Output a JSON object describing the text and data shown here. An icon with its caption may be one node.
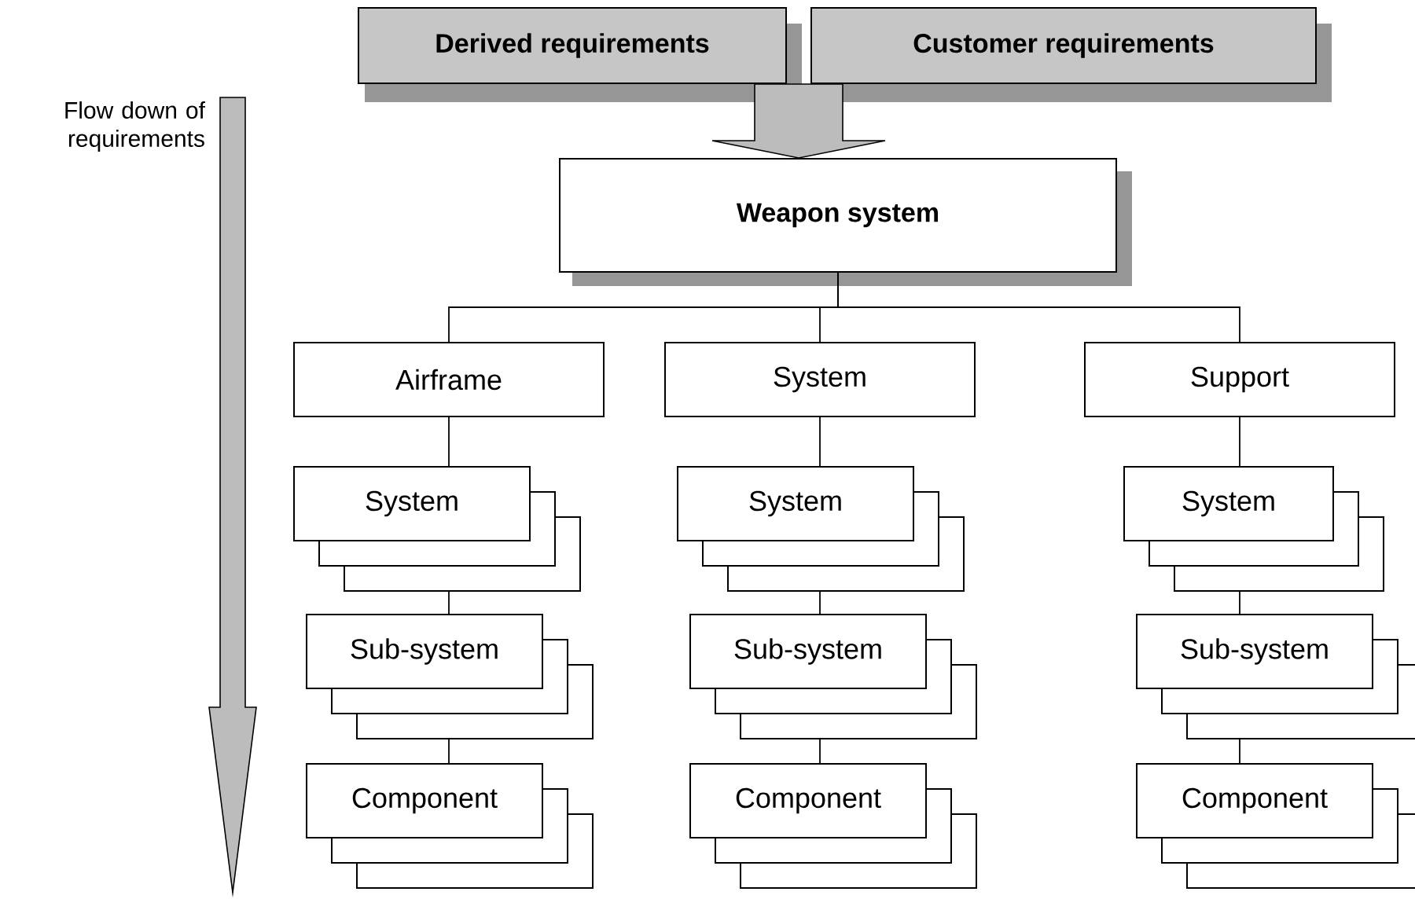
{
  "diagram": {
    "nodes": [
      {
        "text": [
          "Derived requirements"
        ]
      },
      {
        "text": [
          "Customer requirements"
        ]
      },
      {
        "text": [
          "Weapon system"
        ]
      },
      {
        "text": [
          "Airframe"
        ]
      },
      {
        "text": [
          "System"
        ]
      },
      {
        "text": [
          "Support"
        ]
      },
      {
        "text": [
          "System"
        ]
      },
      {
        "text": [
          "Sub-system"
        ]
      },
      {
        "text": [
          "Component"
        ]
      },
      {
        "text": [
          "System"
        ]
      },
      {
        "text": [
          "Sub-system"
        ]
      },
      {
        "text": [
          "Component"
        ]
      },
      {
        "text": [
          "System"
        ]
      },
      {
        "text": [
          "Sub-system"
        ]
      },
      {
        "text": [
          "Component"
        ]
      }
    ],
    "edges": [
      {
        "from": 0,
        "to": 2,
        "arrow": "to"
      },
      {
        "from": 1,
        "to": 2,
        "arrow": "to"
      },
      {
        "from": 2,
        "to": 3,
        "arrow": "none"
      },
      {
        "from": 2,
        "to": 4,
        "arrow": "none"
      },
      {
        "from": 2,
        "to": 5,
        "arrow": "none"
      },
      {
        "from": 3,
        "to": 6,
        "arrow": "none"
      },
      {
        "from": 6,
        "to": 7,
        "arrow": "none"
      },
      {
        "from": 7,
        "to": 8,
        "arrow": "none"
      },
      {
        "from": 4,
        "to": 9,
        "arrow": "none"
      },
      {
        "from": 9,
        "to": 10,
        "arrow": "none"
      },
      {
        "from": 10,
        "to": 11,
        "arrow": "none"
      },
      {
        "from": 5,
        "to": 12,
        "arrow": "none"
      },
      {
        "from": 12,
        "to": 13,
        "arrow": "none"
      },
      {
        "from": 13,
        "to": 14,
        "arrow": "none"
      }
    ],
    "labels": [
      "Flow down of requirements"
    ]
  }
}
